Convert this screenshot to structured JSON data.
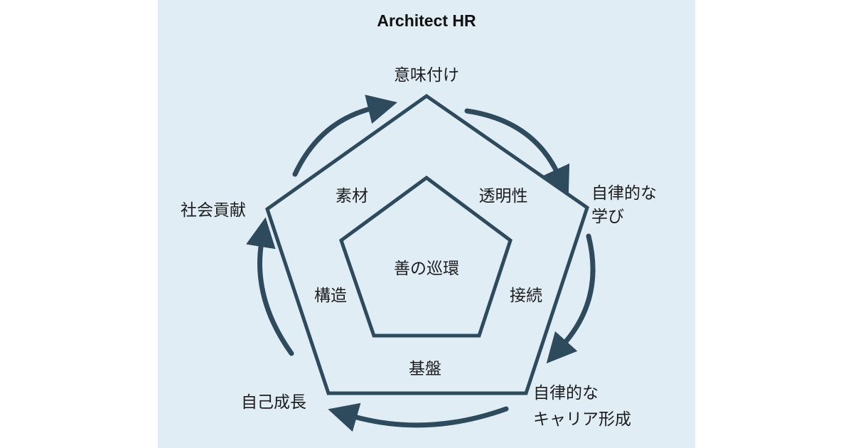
{
  "title": "Architect HR",
  "center": "善の巡環",
  "outer_labels": {
    "top": "意味付け",
    "right": [
      "自律的な",
      "学び"
    ],
    "bottom_right": [
      "自律的な",
      "キャリア形成"
    ],
    "bottom_left": "自己成長",
    "left": "社会貢献"
  },
  "inner_labels": {
    "top_left": "素材",
    "top_right": "透明性",
    "left": "構造",
    "right": "接続",
    "bottom": "基盤"
  },
  "colors": {
    "stroke": "#2e4a5d",
    "background": "#e0edf5"
  }
}
